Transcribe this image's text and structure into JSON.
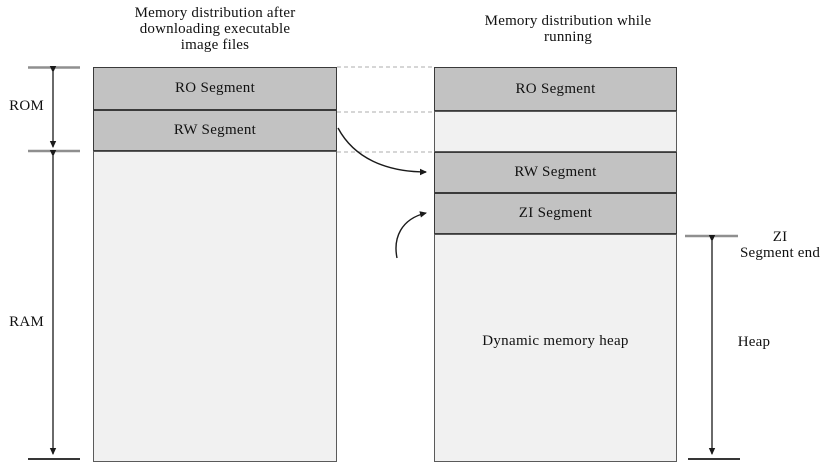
{
  "diagram": {
    "left_column": {
      "title": {
        "line1": "Memory distribution after",
        "line2": "downloading executable",
        "line3": "image files"
      },
      "segments": {
        "ro": "RO Segment",
        "rw": "RW Segment"
      },
      "brackets": {
        "rom": "ROM",
        "ram": "RAM"
      }
    },
    "right_column": {
      "title": {
        "line1": "Memory distribution while",
        "line2": "running"
      },
      "segments": {
        "ro": "RO Segment",
        "rw": "RW Segment",
        "zi": "ZI Segment",
        "heap": "Dynamic memory heap"
      },
      "annotations": {
        "zi_end_line1": "ZI",
        "zi_end_line2": "Segment end",
        "heap": "Heap"
      }
    },
    "colors": {
      "segment_fill": "#c2c2c2",
      "light_fill": "#f1f1f1",
      "segment_border": "#3a3a3a",
      "light_border": "#5a5a5a",
      "dashed_line": "#c9c9c9",
      "tick_gray": "#8f8f8f",
      "arrow_black": "#1a1a1a"
    }
  }
}
